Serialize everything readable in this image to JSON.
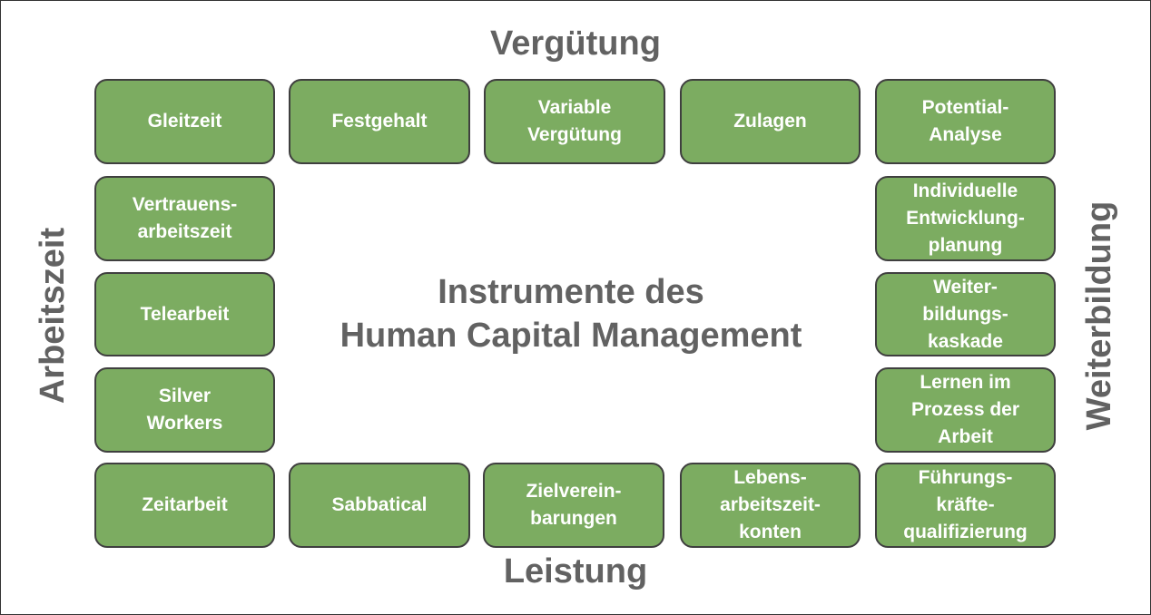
{
  "labels": {
    "top": "Vergütung",
    "bottom": "Leistung",
    "left": "Arbeitszeit",
    "right": "Weiterbildung"
  },
  "title": {
    "line1": "Instrumente des",
    "line2": "Human Capital Management"
  },
  "boxes": {
    "gleitzeit": "Gleitzeit",
    "festgehalt": "Festgehalt",
    "variable_verguetung": "Variable\nVergütung",
    "zulagen": "Zulagen",
    "potential_analyse": "Potential-\nAnalyse",
    "vertrauensarbeitszeit": "Vertrauens-\narbeitszeit",
    "telearbeit": "Telearbeit",
    "silver_workers": "Silver\nWorkers",
    "individuelle_entwicklungsplanung": "Individuelle\nEntwicklung-\nplanung",
    "weiterbildungskaskade": "Weiter-\nbildungs-\nkaskade",
    "lernen_im_prozess": "Lernen im\nProzess der\nArbeit",
    "zeitarbeit": "Zeitarbeit",
    "sabbatical": "Sabbatical",
    "zielvereinbarungen": "Zielverein-\nbarungen",
    "lebensarbeitszeitkonten": "Lebens-\narbeitszeit-\nkonten",
    "fuehrungskraefte": "Führungs-\nkräfte-\nqualifizierung"
  },
  "colors": {
    "box_fill": "#7cac61",
    "box_border": "#3f3f3f",
    "label_text": "#626262",
    "box_text": "#ffffff"
  }
}
